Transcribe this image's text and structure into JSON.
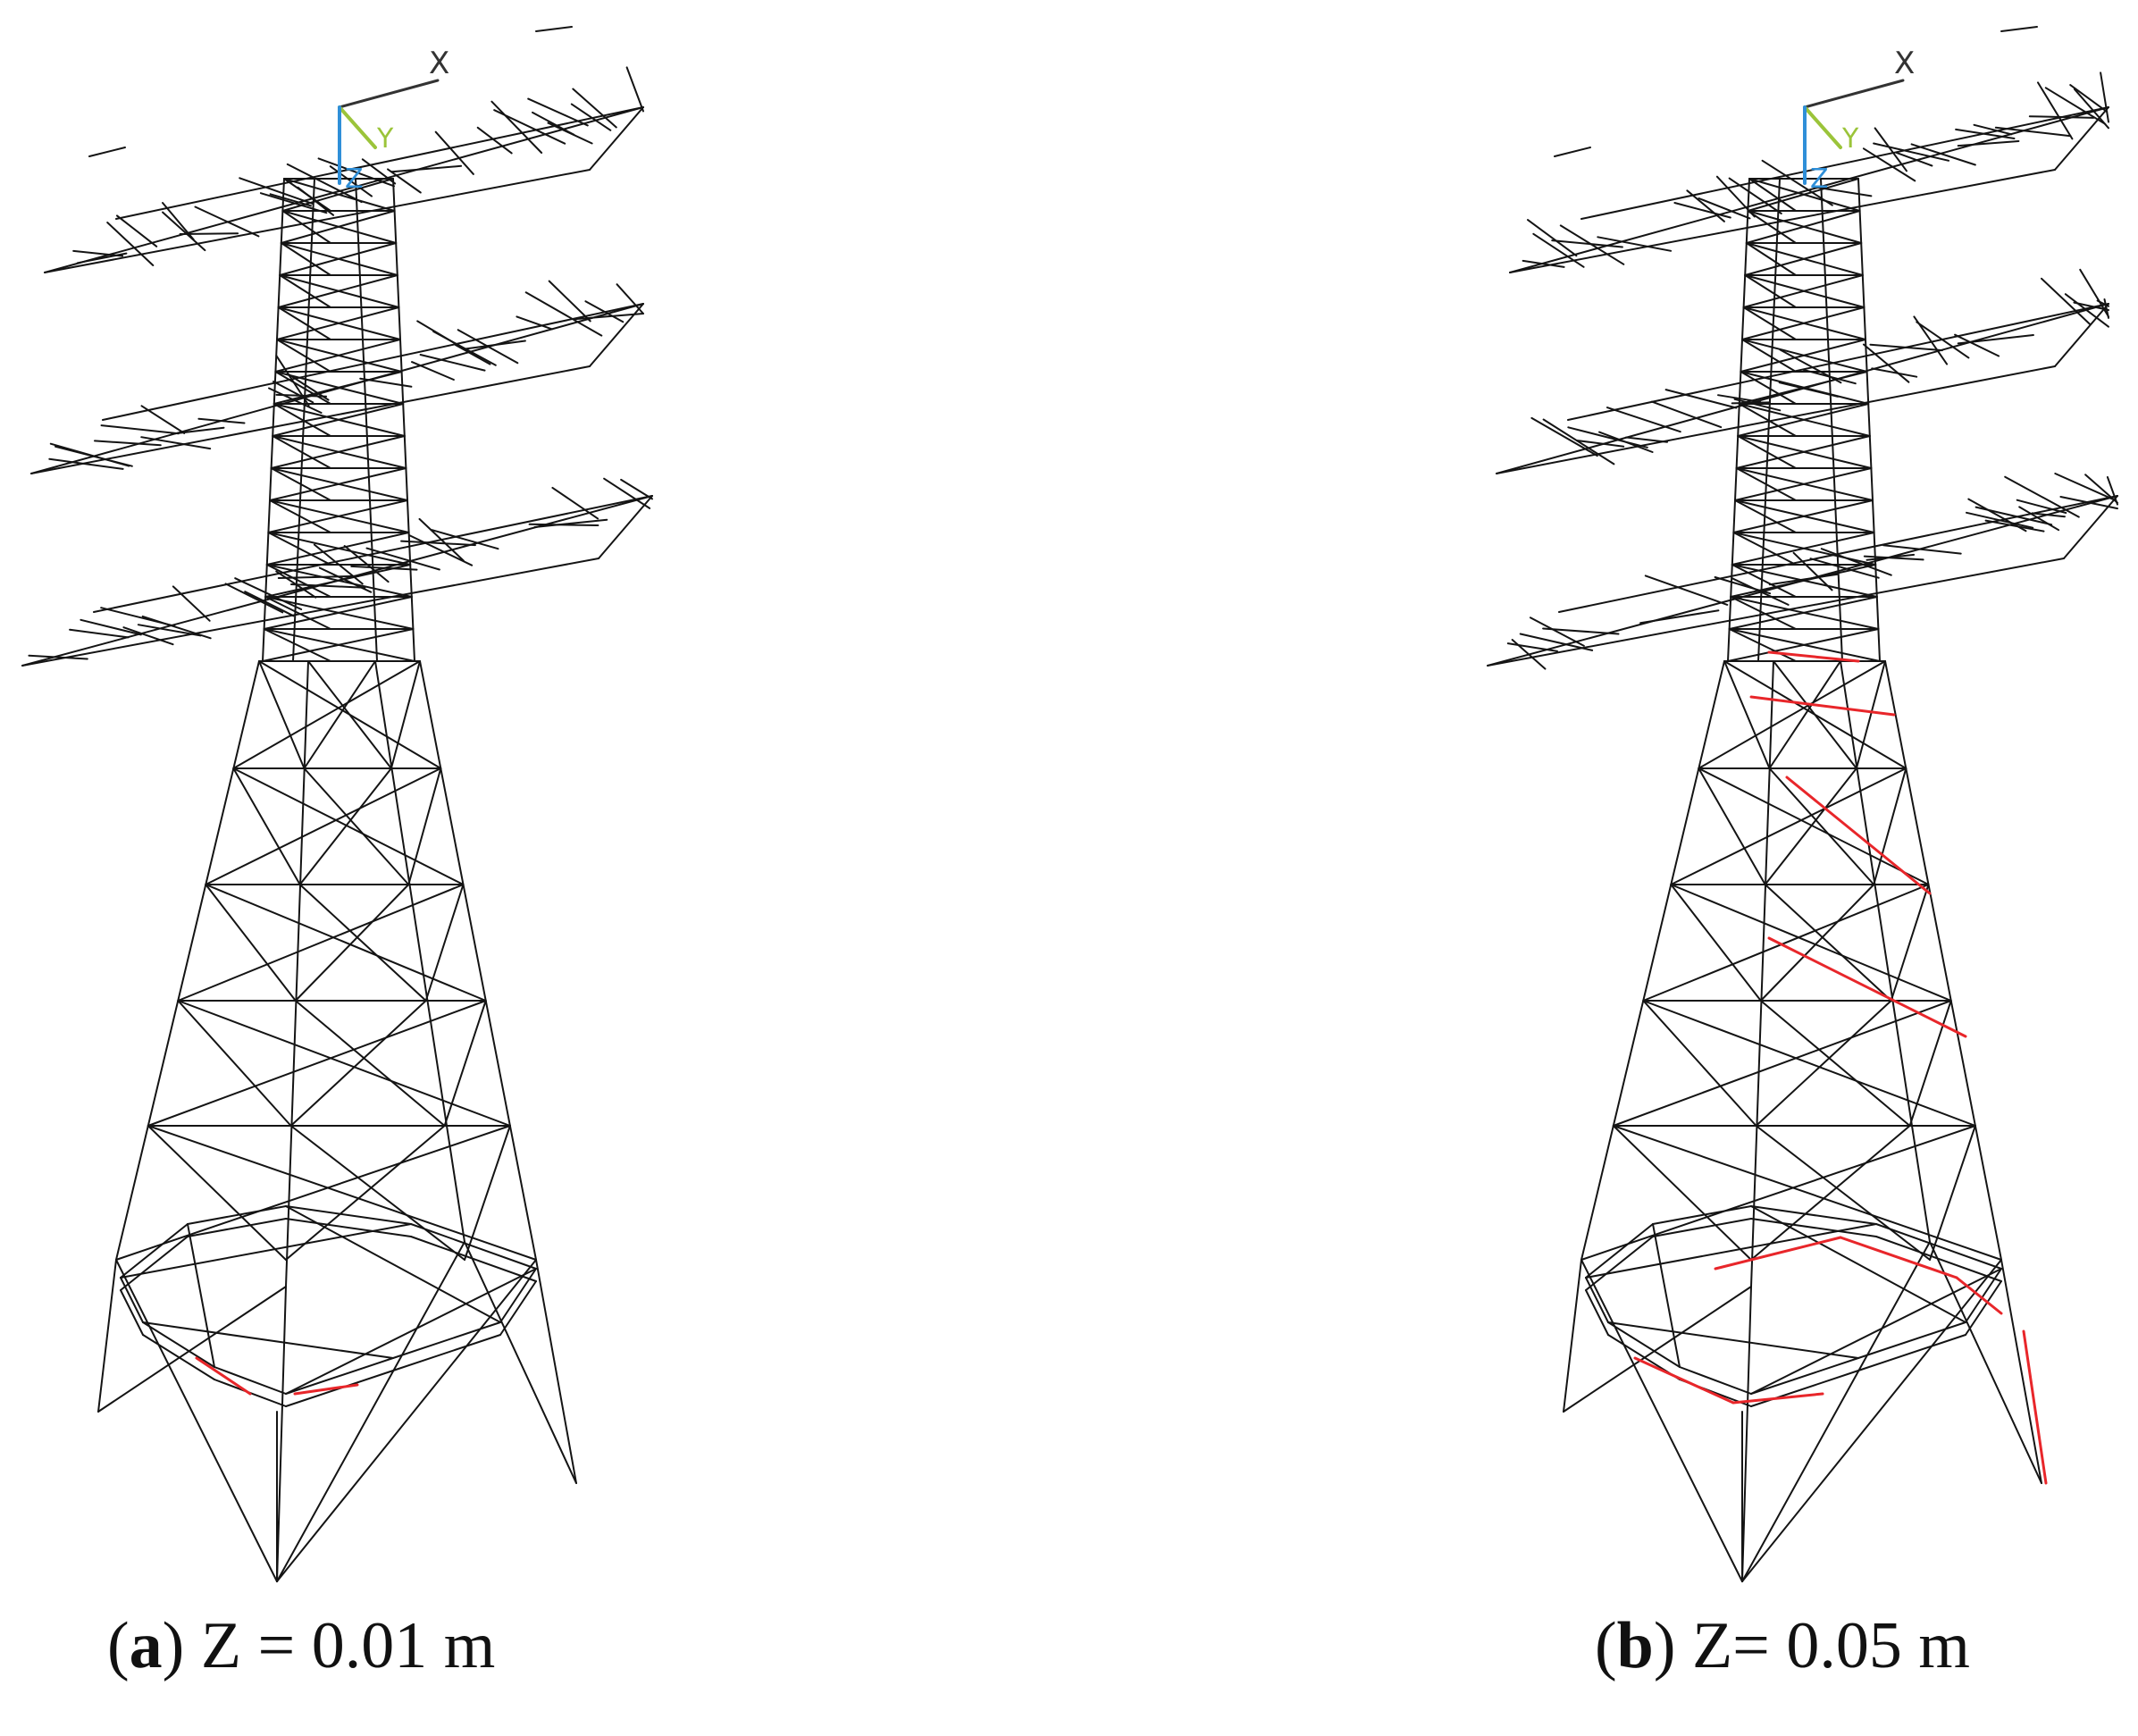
{
  "panels": [
    {
      "id": "a",
      "letter": "a",
      "label": "Z = 0.01 m",
      "axis_labels": [
        "X",
        "Y",
        "Z"
      ],
      "failed_color": "#e8262a"
    },
    {
      "id": "b",
      "letter": "b",
      "label": "Z= 0.05 m",
      "axis_labels": [
        "X",
        "Y",
        "Z"
      ],
      "failed_color": "#e8262a"
    }
  ],
  "colors": {
    "members": "#141414",
    "failed_members": "#e8262a",
    "axis_x": "#333333",
    "axis_y": "#9bc43a",
    "axis_z": "#2f8fd8"
  },
  "icons": [
    "coordinate-triad-icon"
  ]
}
